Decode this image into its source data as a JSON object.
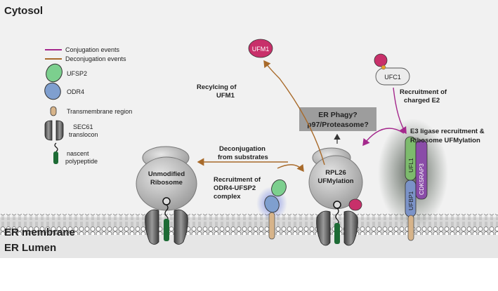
{
  "regions": {
    "cytosol": "Cytosol",
    "er_membrane": "ER membrane",
    "er_lumen": "ER Lumen"
  },
  "legend": {
    "conjugation": "Conjugation events",
    "deconjugation": "Deconjugation events",
    "ufsp2": "UFSP2",
    "odr4": "ODR4",
    "transmembrane": "Transmembrane region",
    "sec61_line1": "SEC61",
    "sec61_line2": "translocon",
    "nascent_line1": "nascent",
    "nascent_line2": "polypeptide"
  },
  "labels": {
    "unmodified_line1": "Unmodified",
    "unmodified_line2": "Ribosome",
    "rpl26_line1": "RPL26",
    "rpl26_line2": "UFMylation",
    "ufm1": "UFM1",
    "ufc1": "UFC1",
    "ufl1": "UFL1",
    "cdk5rap3": "CDK5RAP3",
    "ufbp1": "UFBP1",
    "recycling_line1": "Recylcing of",
    "recycling_line2": "UFM1",
    "charged_line1": "Recruitment of",
    "charged_line2": "charged E2",
    "er_phagy_line1": "ER Phagy?",
    "er_phagy_line2": "p97/Proteasome?",
    "e3_line1": "E3 ligase recruitment &",
    "e3_line2": "Ribosome UFMylation",
    "deconj_line1": "Deconjugation",
    "deconj_line2": "from substrates",
    "odr4_line1": "Recruitment of",
    "odr4_line2": "ODR4-UFSP2",
    "odr4_line3": "complex"
  },
  "colors": {
    "conjugation": "#a4288c",
    "deconjugation": "#a86a2a",
    "ufm1": "#c8306a",
    "ufsp2": "#7ccf8e",
    "odr4": "#7f9fcf",
    "ufl1": "#7dbb6d",
    "cdk5rap3": "#8a4ca8",
    "ufbp1": "#7b93c8",
    "membrane_band": "#dadada",
    "cytosol_bg": "#f1f1f1",
    "polypeptide": "#1d6b35"
  }
}
